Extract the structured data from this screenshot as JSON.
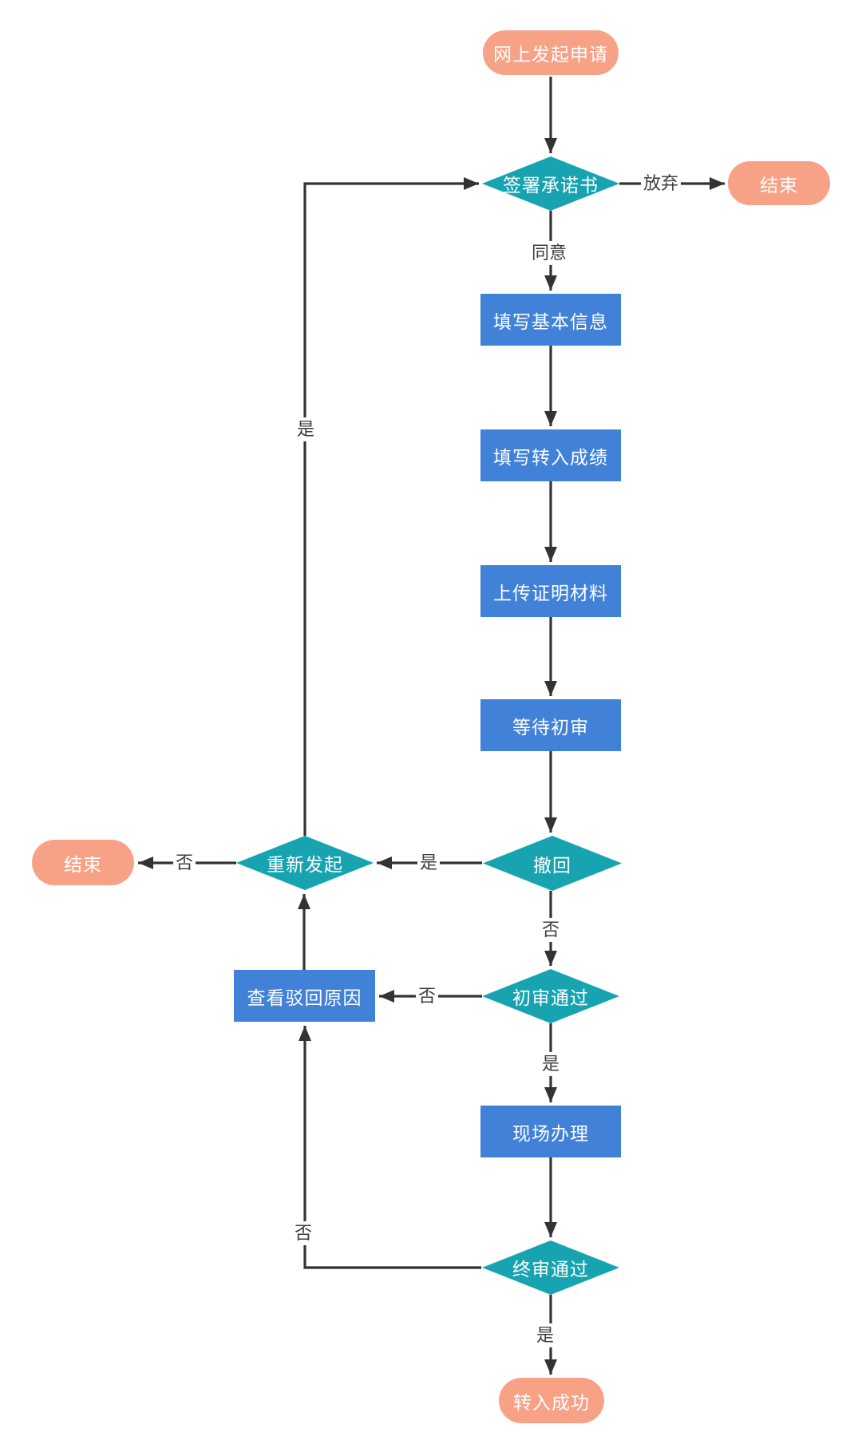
{
  "diagram": {
    "type": "flowchart",
    "colors": {
      "process": "#4182D8",
      "decision": "#17A3AF",
      "terminal": "#F7A287",
      "line": "#333333",
      "edge_label_text": "#3D3D3D",
      "node_text": "#FFFFFF",
      "background": "#FFFFFF"
    },
    "nodes": [
      {
        "id": "start",
        "type": "terminal",
        "label": "网上发起申请"
      },
      {
        "id": "sign",
        "type": "decision",
        "label": "签署承诺书"
      },
      {
        "id": "end-top",
        "type": "terminal",
        "label": "结束"
      },
      {
        "id": "fill-basic",
        "type": "process",
        "label": "填写基本信息"
      },
      {
        "id": "fill-scores",
        "type": "process",
        "label": "填写转入成绩"
      },
      {
        "id": "upload",
        "type": "process",
        "label": "上传证明材料"
      },
      {
        "id": "wait",
        "type": "process",
        "label": "等待初审"
      },
      {
        "id": "withdraw",
        "type": "decision",
        "label": "撤回"
      },
      {
        "id": "restart",
        "type": "decision",
        "label": "重新发起"
      },
      {
        "id": "end-left",
        "type": "terminal",
        "label": "结束"
      },
      {
        "id": "view-reason",
        "type": "process",
        "label": "查看驳回原因"
      },
      {
        "id": "first-pass",
        "type": "decision",
        "label": "初审通过"
      },
      {
        "id": "onsite",
        "type": "process",
        "label": "现场办理"
      },
      {
        "id": "final-pass",
        "type": "decision",
        "label": "终审通过"
      },
      {
        "id": "success",
        "type": "terminal",
        "label": "转入成功"
      }
    ],
    "edges": [
      {
        "from": "start",
        "to": "sign",
        "label": ""
      },
      {
        "from": "sign",
        "to": "end-top",
        "label": "放弃"
      },
      {
        "from": "sign",
        "to": "fill-basic",
        "label": "同意"
      },
      {
        "from": "fill-basic",
        "to": "fill-scores",
        "label": ""
      },
      {
        "from": "fill-scores",
        "to": "upload",
        "label": ""
      },
      {
        "from": "upload",
        "to": "wait",
        "label": ""
      },
      {
        "from": "wait",
        "to": "withdraw",
        "label": ""
      },
      {
        "from": "withdraw",
        "to": "restart",
        "label": "是"
      },
      {
        "from": "restart",
        "to": "end-left",
        "label": "否"
      },
      {
        "from": "restart",
        "to": "sign",
        "label": "是"
      },
      {
        "from": "withdraw",
        "to": "first-pass",
        "label": "否"
      },
      {
        "from": "first-pass",
        "to": "view-reason",
        "label": "否"
      },
      {
        "from": "view-reason",
        "to": "restart",
        "label": ""
      },
      {
        "from": "first-pass",
        "to": "onsite",
        "label": "是"
      },
      {
        "from": "onsite",
        "to": "final-pass",
        "label": ""
      },
      {
        "from": "final-pass",
        "to": "view-reason",
        "label": "否"
      },
      {
        "from": "final-pass",
        "to": "success",
        "label": "是"
      }
    ]
  }
}
